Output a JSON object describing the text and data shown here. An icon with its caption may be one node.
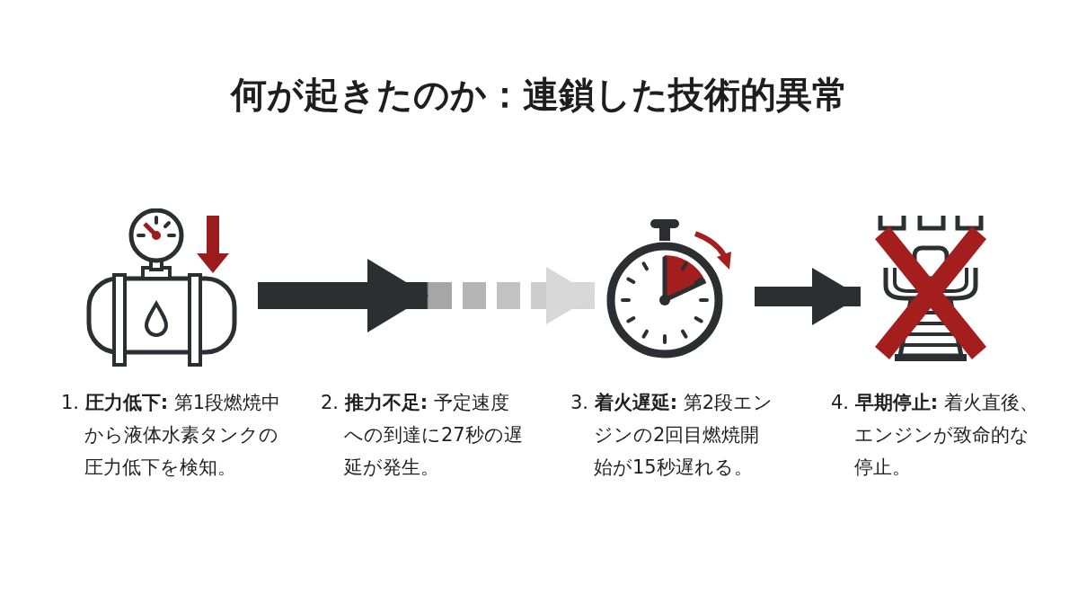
{
  "diagram": {
    "title": "何が起きたのか：連鎖した技術的異常",
    "nodes": [
      {
        "text": [],
        "shape": "picture",
        "beside": [
          "1. **圧力低下:** 第1段燃焼中から液体水素タンクの圧力低下を検知。"
        ]
      },
      {
        "text": [],
        "shape": "picture",
        "beside": [
          "3. **着火遅延:** 第2段エンジンの2回目燃焼開始が15秒遅れる。"
        ]
      },
      {
        "text": [],
        "shape": "picture",
        "beside": [
          "4. **早期停止:** 着火直後、エンジンが致命的な停止。"
        ]
      }
    ],
    "edges": [
      {
        "from": 0,
        "to": 1,
        "arrow": "to"
      },
      {
        "from": 1,
        "to": 2,
        "arrow": "to"
      }
    ],
    "labels": [
      "2. **推力不足:** 予定速度への到達に27秒の遅延が発生。"
    ]
  }
}
